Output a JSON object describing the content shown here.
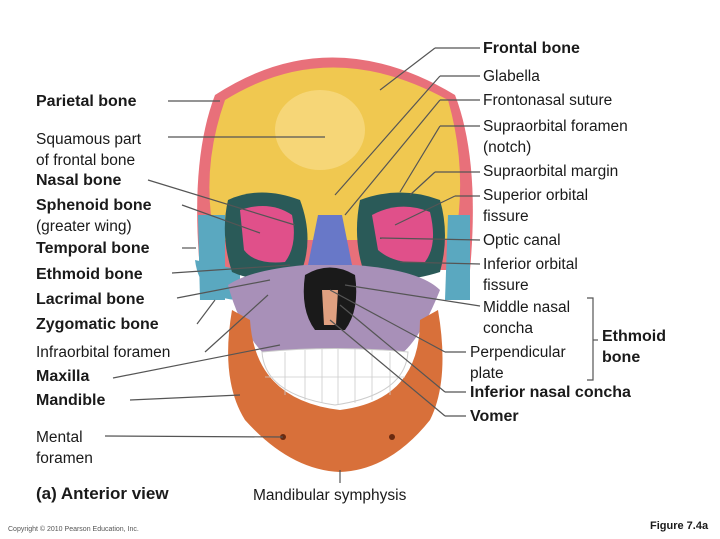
{
  "left_labels": [
    {
      "text": "Parietal bone",
      "bold": true
    },
    {
      "text": "Squamous part",
      "bold": false
    },
    {
      "text": "of frontal bone",
      "bold": false
    },
    {
      "text": "Nasal bone",
      "bold": true
    },
    {
      "text": "Sphenoid bone",
      "bold": true
    },
    {
      "text": "(greater wing)",
      "bold": false
    },
    {
      "text": "Temporal bone",
      "bold": true
    },
    {
      "text": "Ethmoid bone",
      "bold": true
    },
    {
      "text": "Lacrimal bone",
      "bold": true
    },
    {
      "text": "Zygomatic bone",
      "bold": true
    },
    {
      "text": "Infraorbital foramen",
      "bold": false
    },
    {
      "text": "Maxilla",
      "bold": true
    },
    {
      "text": "Mandible",
      "bold": true
    },
    {
      "text": "Mental",
      "bold": false
    },
    {
      "text": "foramen",
      "bold": false
    }
  ],
  "right_labels": [
    {
      "text": "Frontal bone",
      "bold": true
    },
    {
      "text": "Glabella",
      "bold": false
    },
    {
      "text": "Frontonasal suture",
      "bold": false
    },
    {
      "text": "Supraorbital foramen",
      "bold": false
    },
    {
      "text": "(notch)",
      "bold": false
    },
    {
      "text": "Supraorbital margin",
      "bold": false
    },
    {
      "text": "Superior orbital",
      "bold": false
    },
    {
      "text": "fissure",
      "bold": false
    },
    {
      "text": "Optic canal",
      "bold": false
    },
    {
      "text": "Inferior orbital",
      "bold": false
    },
    {
      "text": "fissure",
      "bold": false
    },
    {
      "text": "Middle nasal",
      "bold": false
    },
    {
      "text": "concha",
      "bold": false
    },
    {
      "text": "Perpendicular",
      "bold": false
    },
    {
      "text": "plate",
      "bold": false
    },
    {
      "text": "Inferior nasal concha",
      "bold": true
    },
    {
      "text": "Vomer",
      "bold": true
    }
  ],
  "group_label": {
    "line1": "Ethmoid",
    "line2": "bone"
  },
  "bottom_label": "Mandibular symphysis",
  "view_title": "(a) Anterior view",
  "copyright": "Copyright © 2010 Pearson Education, Inc.",
  "figure_number": "Figure 7.4a",
  "colors": {
    "frontal": "#f0c850",
    "parietal": "#e8707a",
    "sphenoid": "#e0508a",
    "temporal": "#e8b060",
    "zygomatic": "#5aa8c0",
    "maxilla": "#a890b8",
    "mandible": "#d8703a",
    "nasal": "#6878c8",
    "teeth": "#ffffff"
  }
}
